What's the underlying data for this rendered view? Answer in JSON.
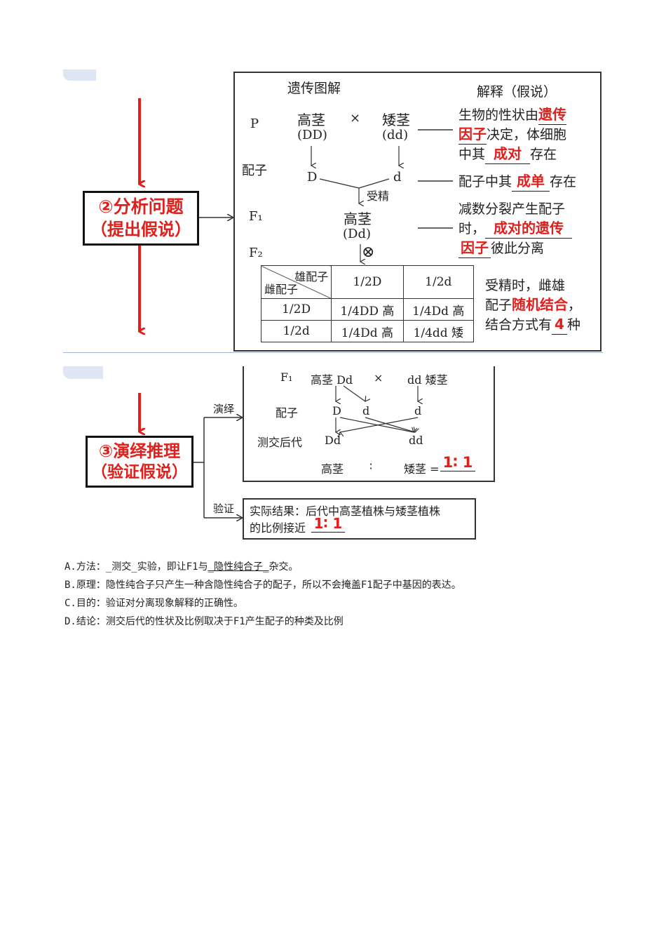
{
  "step2": {
    "title": "②分析问题",
    "subtitle": "（提出假说）"
  },
  "step3": {
    "title": "③演绎推理",
    "subtitle": "（验证假说）"
  },
  "diagram2": {
    "header_left": "遗传图解",
    "header_right": "解释（假说）",
    "row_p": "P",
    "row_gamete": "配子",
    "row_f1": "F₁",
    "row_f2": "F₂",
    "tall": "高茎",
    "tall_geno": "(DD)",
    "cross": "×",
    "dwarf": "矮茎",
    "dwarf_geno": "(dd)",
    "gamete_d_big": "D",
    "gamete_d_small": "d",
    "fertilize": "受精",
    "f1_pheno": "高茎",
    "f1_geno": "(Dd)",
    "self_symbol": "⊗",
    "table": {
      "header_male": "雄配子",
      "header_female": "雌配子",
      "col1": "1/2D",
      "col2": "1/2d",
      "rows": [
        {
          "label": "1/2D",
          "c1": "1/4DD 高",
          "c2": "1/4Dd 高"
        },
        {
          "label": "1/2d",
          "c1": "1/4Dd 高",
          "c2": "1/4dd 矮"
        }
      ]
    },
    "exp1_a": "生物的性状由",
    "exp1_b": "遗传",
    "exp1_c": "因子",
    "exp1_d": "决定，体细胞",
    "exp1_e": "中其",
    "exp1_f": "成对",
    "exp1_g": "存在",
    "exp2_a": "配子中其",
    "exp2_b": "成单",
    "exp2_c": "存在",
    "exp3_a": "减数分裂产生配子",
    "exp3_b": "时，",
    "exp3_c": "成对的遗传",
    "exp3_d": "因子",
    "exp3_e": "彼此分离",
    "exp4_a": "受精时，雌雄",
    "exp4_b": "配子",
    "exp4_c": "随机结合",
    "exp4_d": "，",
    "exp4_e": "结合方式有",
    "exp4_f": "4",
    "exp4_g": "种"
  },
  "diagram3": {
    "branch_deduce": "演绎",
    "branch_verify": "验证",
    "f1_label": "F₁",
    "f1_left": "高茎 Dd",
    "cross": "×",
    "f1_right": "dd 矮茎",
    "gamete_label": "配子",
    "g1": "D",
    "g2": "d",
    "g3": "d",
    "testcross_label": "测交后代",
    "o1": "Dd",
    "o2": "dd",
    "ratio_a": "高茎",
    "ratio_colon": "∶",
    "ratio_b": "矮茎 =",
    "ratio_value": "1∶ 1",
    "verify_line1": "实际结果：后代中高茎植株与矮茎植株",
    "verify_line2": "的比例接近",
    "verify_value": "1∶ 1"
  },
  "notes": {
    "a_prefix": "A.方法：_测交_实验，即让F1与",
    "a_underline": "_隐性纯合子_",
    "a_suffix": "杂交。",
    "b": "B.原理：隐性纯合子只产生一种含隐性纯合子的配子，所以不会掩盖F1配子中基因的表达。",
    "c": "C.目的：验证对分离现象解释的正确性。",
    "d": "D.结论：测交后代的性状及比例取决于F1产生配子的种类及比例"
  },
  "colors": {
    "accent_red": "#e0201d",
    "tab_blue": "#dde6f2",
    "divider_blue": "#9fbbe0"
  }
}
